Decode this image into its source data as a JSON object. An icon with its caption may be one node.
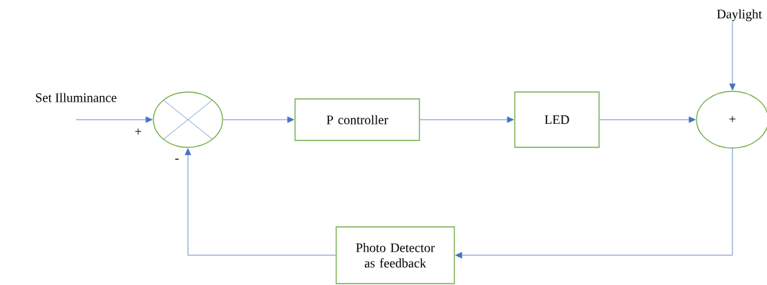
{
  "diagram": {
    "nodes": [
      {
        "text": [],
        "shape": "circle"
      },
      {
        "text": [
          "P controller"
        ]
      },
      {
        "text": [
          "LED"
        ]
      },
      {
        "text": [
          "+"
        ]
      },
      {
        "text": [
          "Daylight"
        ]
      },
      {
        "text": [
          "Photo Detector as feedback"
        ]
      }
    ],
    "edges": [
      {
        "from": null,
        "to": 0,
        "arrow": "to"
      },
      {
        "from": 0,
        "to": 1,
        "arrow": "to"
      },
      {
        "from": 1,
        "to": 2,
        "arrow": "to"
      },
      {
        "from": 2,
        "to": 3,
        "arrow": "to"
      },
      {
        "from": 4,
        "to": 3,
        "arrow": "to"
      },
      {
        "from": 3,
        "to": 5,
        "arrow": "to"
      },
      {
        "from": 5,
        "to": 0,
        "arrow": "to"
      }
    ],
    "labels": [
      "Set Illuminance",
      "+",
      "-"
    ]
  }
}
